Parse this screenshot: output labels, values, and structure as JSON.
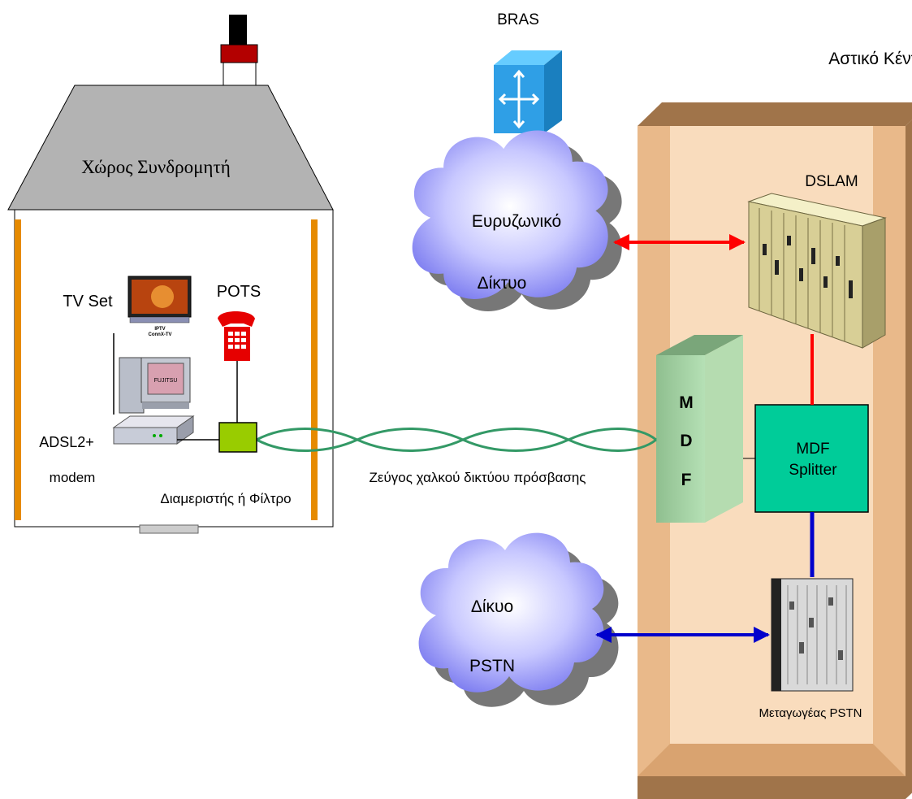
{
  "labels": {
    "bras": "BRAS",
    "central_office": "Αστικό Κέντρο",
    "subscriber_premises": "Χώρος Συνδρομητή",
    "dslam": "DSLAM",
    "broadband_line1": "Ευρυζωνικό",
    "broadband_line2": "Δίκτυο",
    "tv_set": "TV Set",
    "pots": "POTS",
    "iptv_box_line1": "IPTV",
    "iptv_box_line2": "ConnX-TV",
    "computer_brand": "FUJITSU",
    "modem_line1": "ADSL2+",
    "modem_line2": "modem",
    "splitter_filter": "Διαμεριστής ή Φίλτρο",
    "copper_pair": "Ζεύγος χαλκού δικτύου πρόσβασης",
    "mdf_m": "M",
    "mdf_d": "D",
    "mdf_f": "F",
    "mdf_splitter_line1": "MDF",
    "mdf_splitter_line2": "Splitter",
    "pstn_line1": "Δίκυο",
    "pstn_line2": "PSTN",
    "pstn_switch": "Μεταγωγέας PSTN"
  },
  "colors": {
    "broadband_link": "#ff0000",
    "pstn_link": "#0000cc",
    "copper_pair": "#339966",
    "mdf_splitter": "#00cc99",
    "filter_box": "#99cc00",
    "central_office_wall": "#f2c79c",
    "roof": "#b3b3b3",
    "house_frame": "#e68a00"
  },
  "icons": {
    "bras": "router-icon",
    "tv": "tv-icon",
    "phone": "telephone-icon",
    "computer": "computer-icon",
    "modem": "modem-icon",
    "dslam": "equipment-rack-icon",
    "pstn_switch": "switch-rack-icon"
  }
}
